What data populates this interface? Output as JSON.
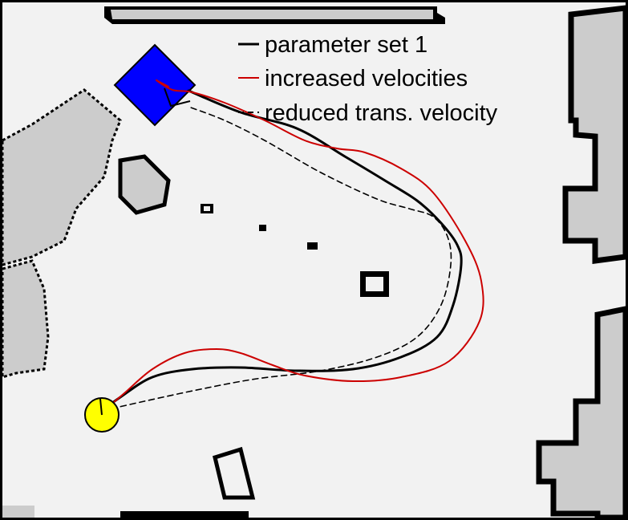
{
  "chart_data": {
    "type": "line",
    "title": "",
    "xlabel": "",
    "ylabel": "",
    "grid": false,
    "legend_position": "top-right",
    "colors": {
      "background": "#000000",
      "free_space": "#f2f2f2",
      "unknown": "#cccccc",
      "walls": "#000000",
      "goal_pose": "#0000ff",
      "start_pose": "#ffff00",
      "series_1": "#000000",
      "series_2": "#cc0000",
      "series_3": "#000000"
    },
    "series": [
      {
        "name": "parameter set 1",
        "line_style": "solid",
        "color": "#000000",
        "x": [
          127,
          150,
          190,
          240,
          300,
          370,
          440,
          500,
          545,
          565,
          575,
          570,
          550,
          520,
          480,
          430,
          370,
          300,
          235
        ],
        "y": [
          512,
          495,
          470,
          460,
          458,
          462,
          460,
          445,
          420,
          380,
          330,
          305,
          278,
          250,
          225,
          195,
          160,
          140,
          113
        ]
      },
      {
        "name": "increased velocities",
        "line_style": "solid",
        "color": "#cc0000",
        "x": [
          127,
          155,
          190,
          230,
          270,
          300,
          340,
          380,
          440,
          500,
          560,
          598,
          600,
          580,
          540,
          500,
          455,
          420,
          380,
          330,
          280,
          240,
          215,
          195,
          210
        ],
        "y": [
          514,
          490,
          460,
          440,
          435,
          440,
          455,
          468,
          475,
          470,
          450,
          400,
          350,
          300,
          240,
          210,
          190,
          185,
          175,
          150,
          128,
          115,
          112,
          100,
          108
        ]
      },
      {
        "name": "reduced trans. velocity",
        "line_style": "dashed",
        "color": "#000000",
        "x": [
          127,
          180,
          250,
          320,
          400,
          470,
          520,
          550,
          562,
          558,
          540,
          510,
          470,
          400,
          330,
          280,
          235
        ],
        "y": [
          512,
          500,
          485,
          472,
          462,
          445,
          420,
          380,
          330,
          295,
          270,
          260,
          248,
          215,
          175,
          150,
          133
        ]
      }
    ],
    "markers": [
      {
        "kind": "start",
        "shape": "circle",
        "color": "#ffff00",
        "x": 127,
        "y": 517
      },
      {
        "kind": "goal",
        "shape": "diamond",
        "color": "#0000ff",
        "x": 193,
        "y": 106
      }
    ]
  }
}
